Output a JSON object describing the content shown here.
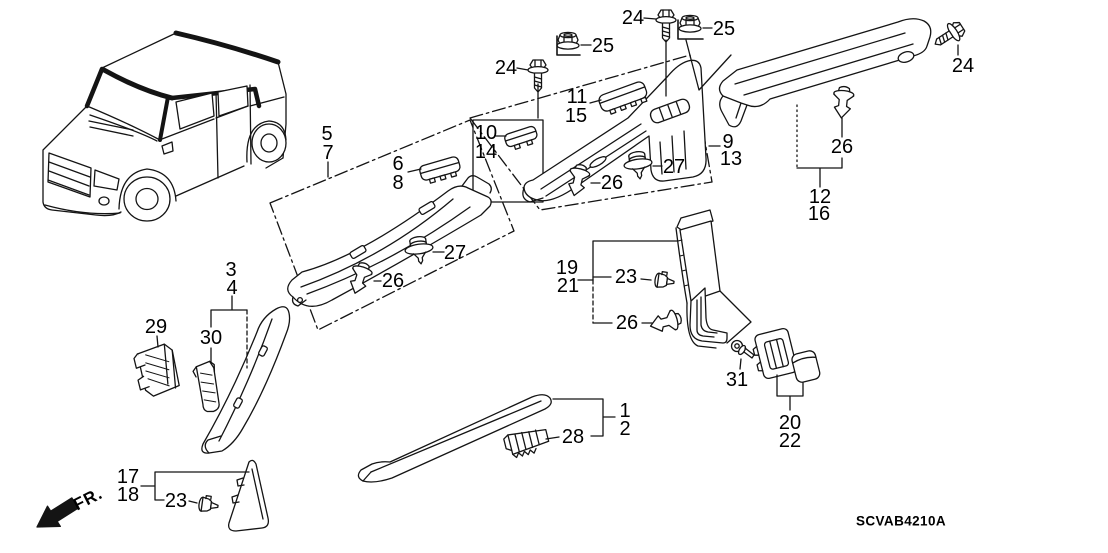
{
  "figure_code": "SCVAB4210A",
  "fr_label": "FR.",
  "callouts": {
    "n1": "1",
    "n2": "2",
    "n3": "3",
    "n4": "4",
    "n5": "5",
    "n6": "6",
    "n7": "7",
    "n8": "8",
    "n9": "9",
    "n10": "10",
    "n11": "11",
    "n12": "12",
    "n13": "13",
    "n14": "14",
    "n15": "15",
    "n16": "16",
    "n17": "17",
    "n18": "18",
    "n19": "19",
    "n20": "20",
    "n21": "21",
    "n22": "22",
    "n23": "23",
    "n24": "24",
    "n25": "25",
    "n26": "26",
    "n27": "27",
    "n28": "28",
    "n29": "29",
    "n30": "30",
    "n31": "31"
  }
}
